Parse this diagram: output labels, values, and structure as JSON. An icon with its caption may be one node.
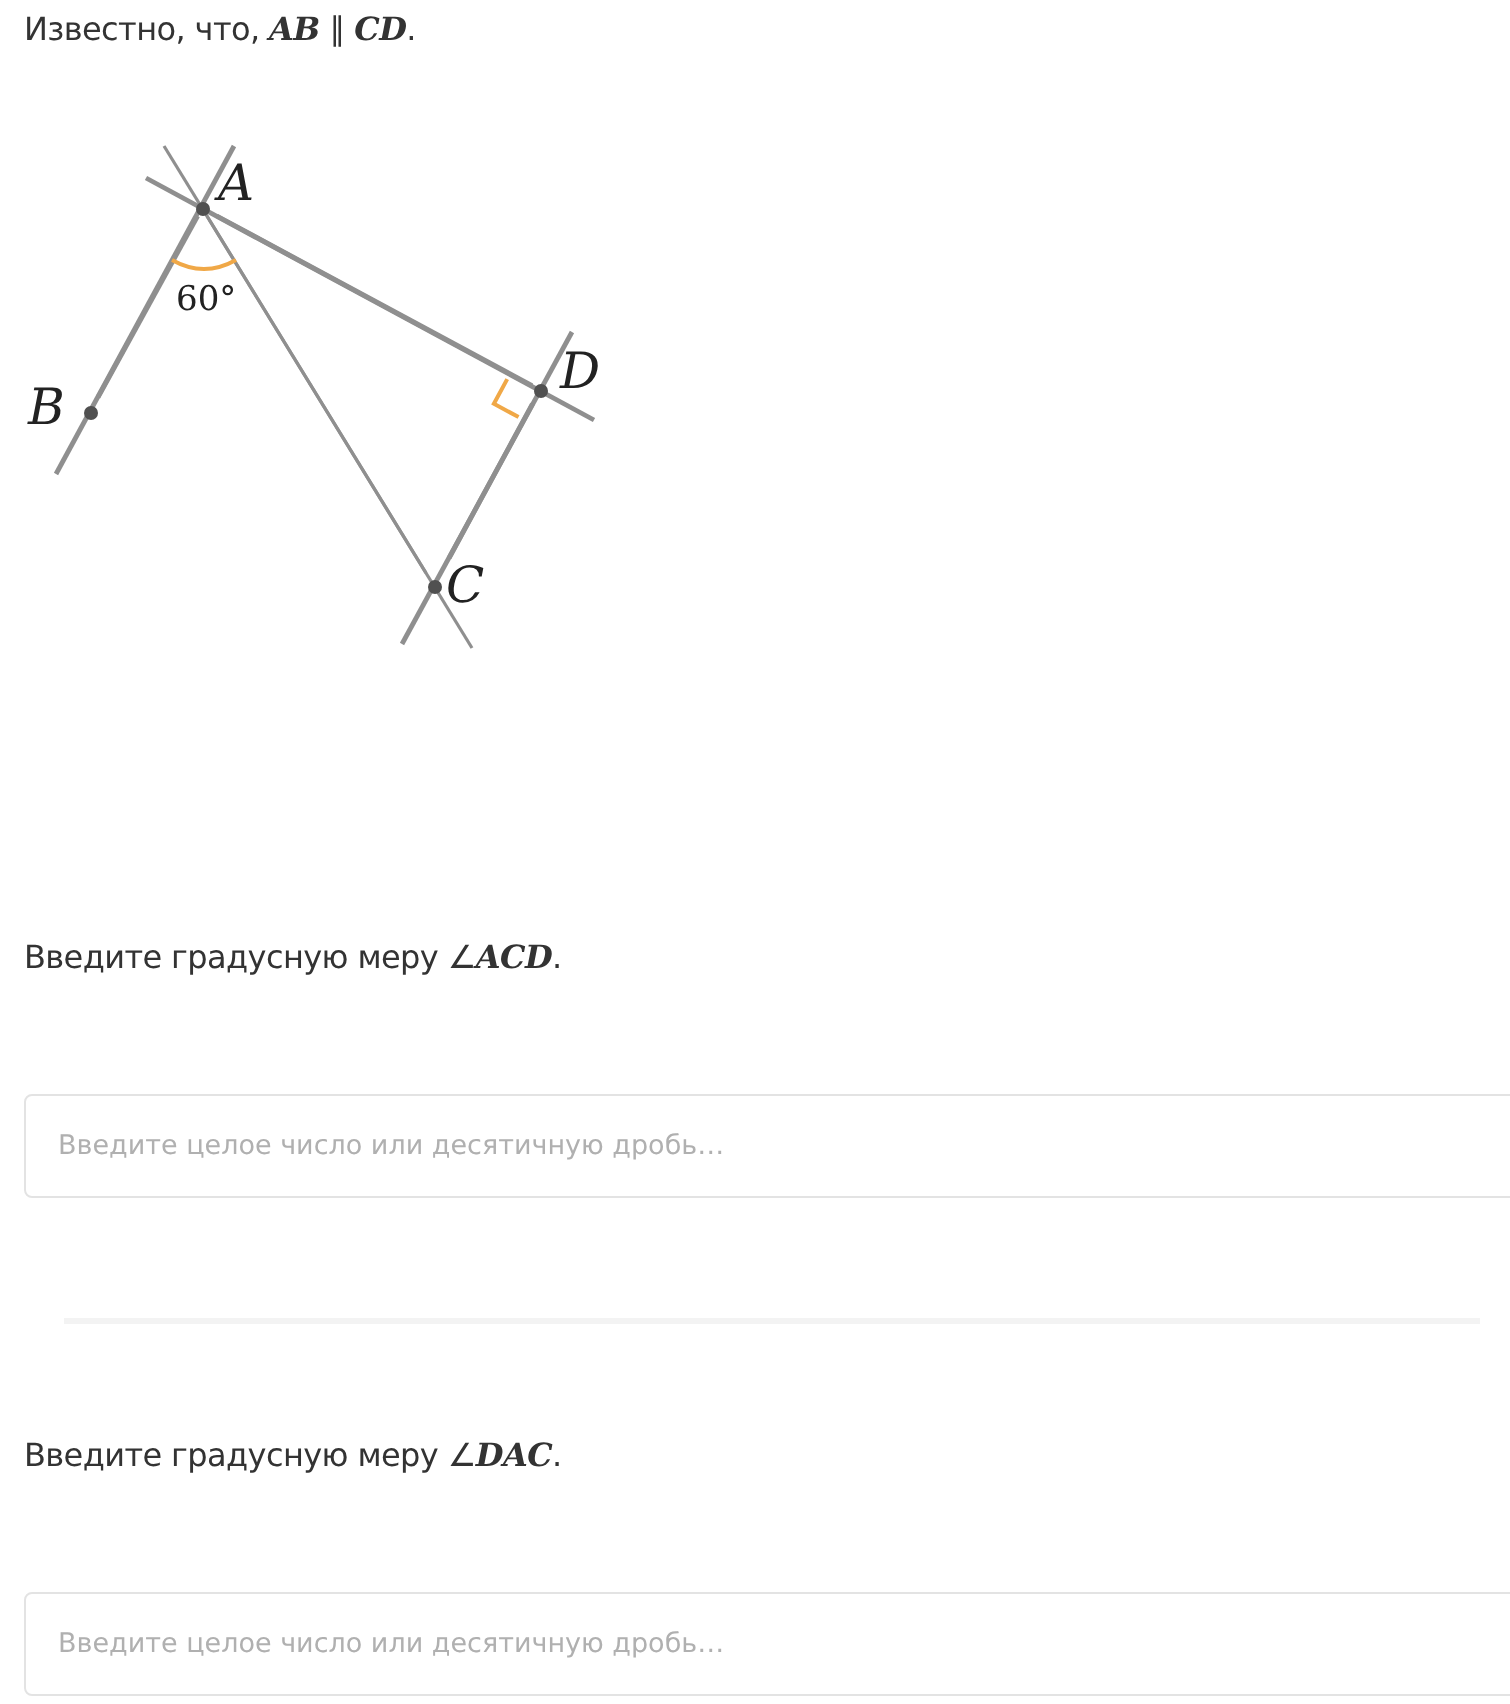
{
  "diagram": {
    "title": "Известно, что, **AB** ∥ **CD**.",
    "nodes": [
      {
        "text": [
          "A"
        ]
      },
      {
        "text": [
          "B"
        ]
      },
      {
        "text": [
          "C"
        ]
      },
      {
        "text": [
          "D"
        ]
      }
    ],
    "edges": [
      {
        "from": 0,
        "to": 1,
        "arrow": "none"
      },
      {
        "from": 0,
        "to": 3,
        "arrow": "none"
      },
      {
        "from": 0,
        "to": 2,
        "arrow": "none"
      },
      {
        "from": 2,
        "to": 3,
        "arrow": "none"
      }
    ],
    "labels": [
      "60°",
      "Введите градусную меру ∠**ACD**.",
      "Введите целое число или десятичную дробь…",
      "Введите градусную меру ∠**DAC**.",
      "Введите целое число или десятичную дробь…"
    ]
  }
}
